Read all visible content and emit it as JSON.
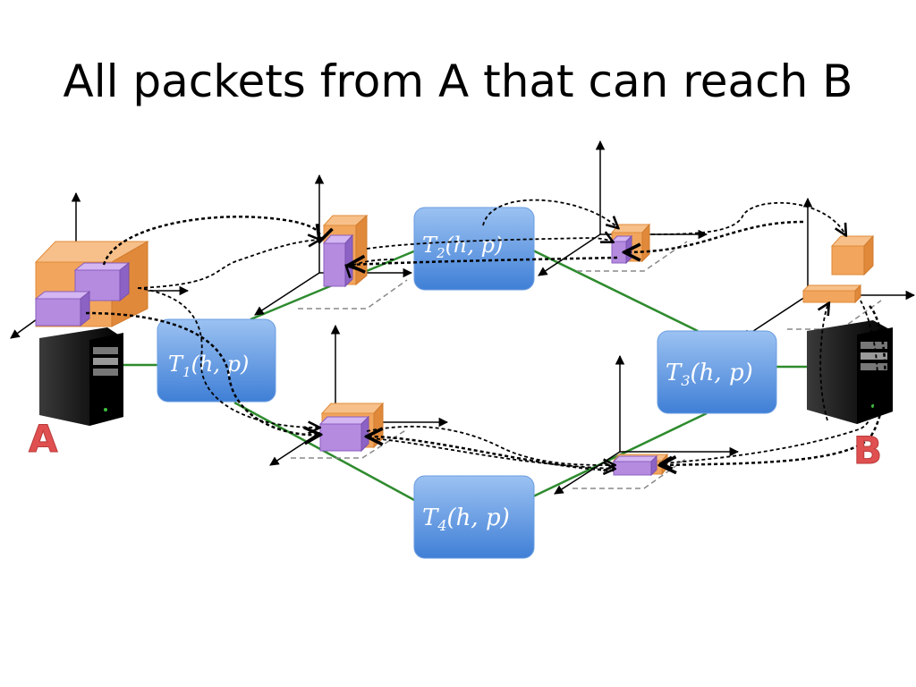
{
  "slide": {
    "title": "All packets from A that can reach B"
  },
  "hosts": [
    {
      "id": "A",
      "label": "A"
    },
    {
      "id": "B",
      "label": "B"
    }
  ],
  "transfer_functions": [
    {
      "id": "T1",
      "name": "T",
      "sub": "1",
      "args": "(h, p)"
    },
    {
      "id": "T2",
      "name": "T",
      "sub": "2",
      "args": "(h, p)"
    },
    {
      "id": "T3",
      "name": "T",
      "sub": "3",
      "args": "(h, p)"
    },
    {
      "id": "T4",
      "name": "T",
      "sub": "4",
      "args": "(h, p)"
    }
  ],
  "colors": {
    "box_fill_top": "#8fb8ee",
    "box_fill_bottom": "#4a86d8",
    "link": "#2e8b2e",
    "label_red": "#e05050",
    "orange": "#f2a55c",
    "purple": "#b58be0"
  }
}
